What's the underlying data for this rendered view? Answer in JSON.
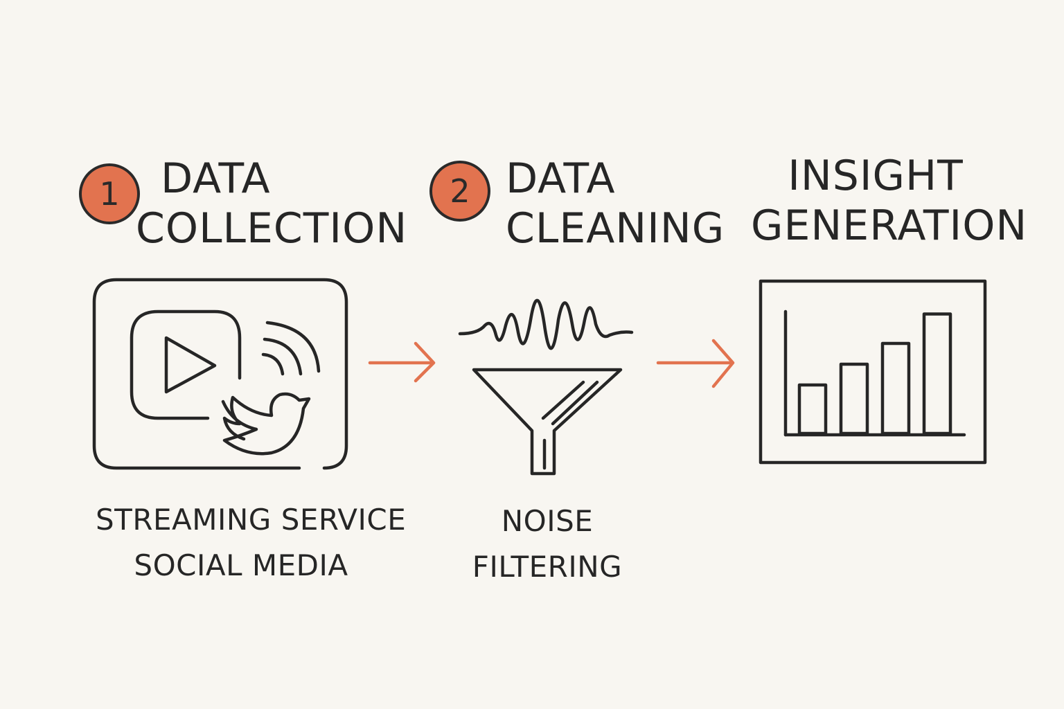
{
  "stages": [
    {
      "number": "1",
      "title_lines": [
        "DATA",
        "COLLECTION"
      ],
      "caption_lines": [
        "STREAMING SERVICE",
        "SOCIAL MEDIA"
      ],
      "icon": "streaming-social-icon"
    },
    {
      "number": "2",
      "title_lines": [
        "DATA",
        "CLEANING"
      ],
      "caption_lines": [
        "NOISE",
        "FILTERING"
      ],
      "icon": "noise-funnel-icon"
    },
    {
      "number": "",
      "title_lines": [
        "INSIGHT",
        "GENERATION"
      ],
      "caption_lines": [],
      "icon": "bar-chart-icon"
    }
  ],
  "colors": {
    "background": "#f8f6f1",
    "ink": "#232323",
    "accent": "#e2734f"
  },
  "chart_bars": [
    0.28,
    0.4,
    0.52,
    0.69
  ]
}
